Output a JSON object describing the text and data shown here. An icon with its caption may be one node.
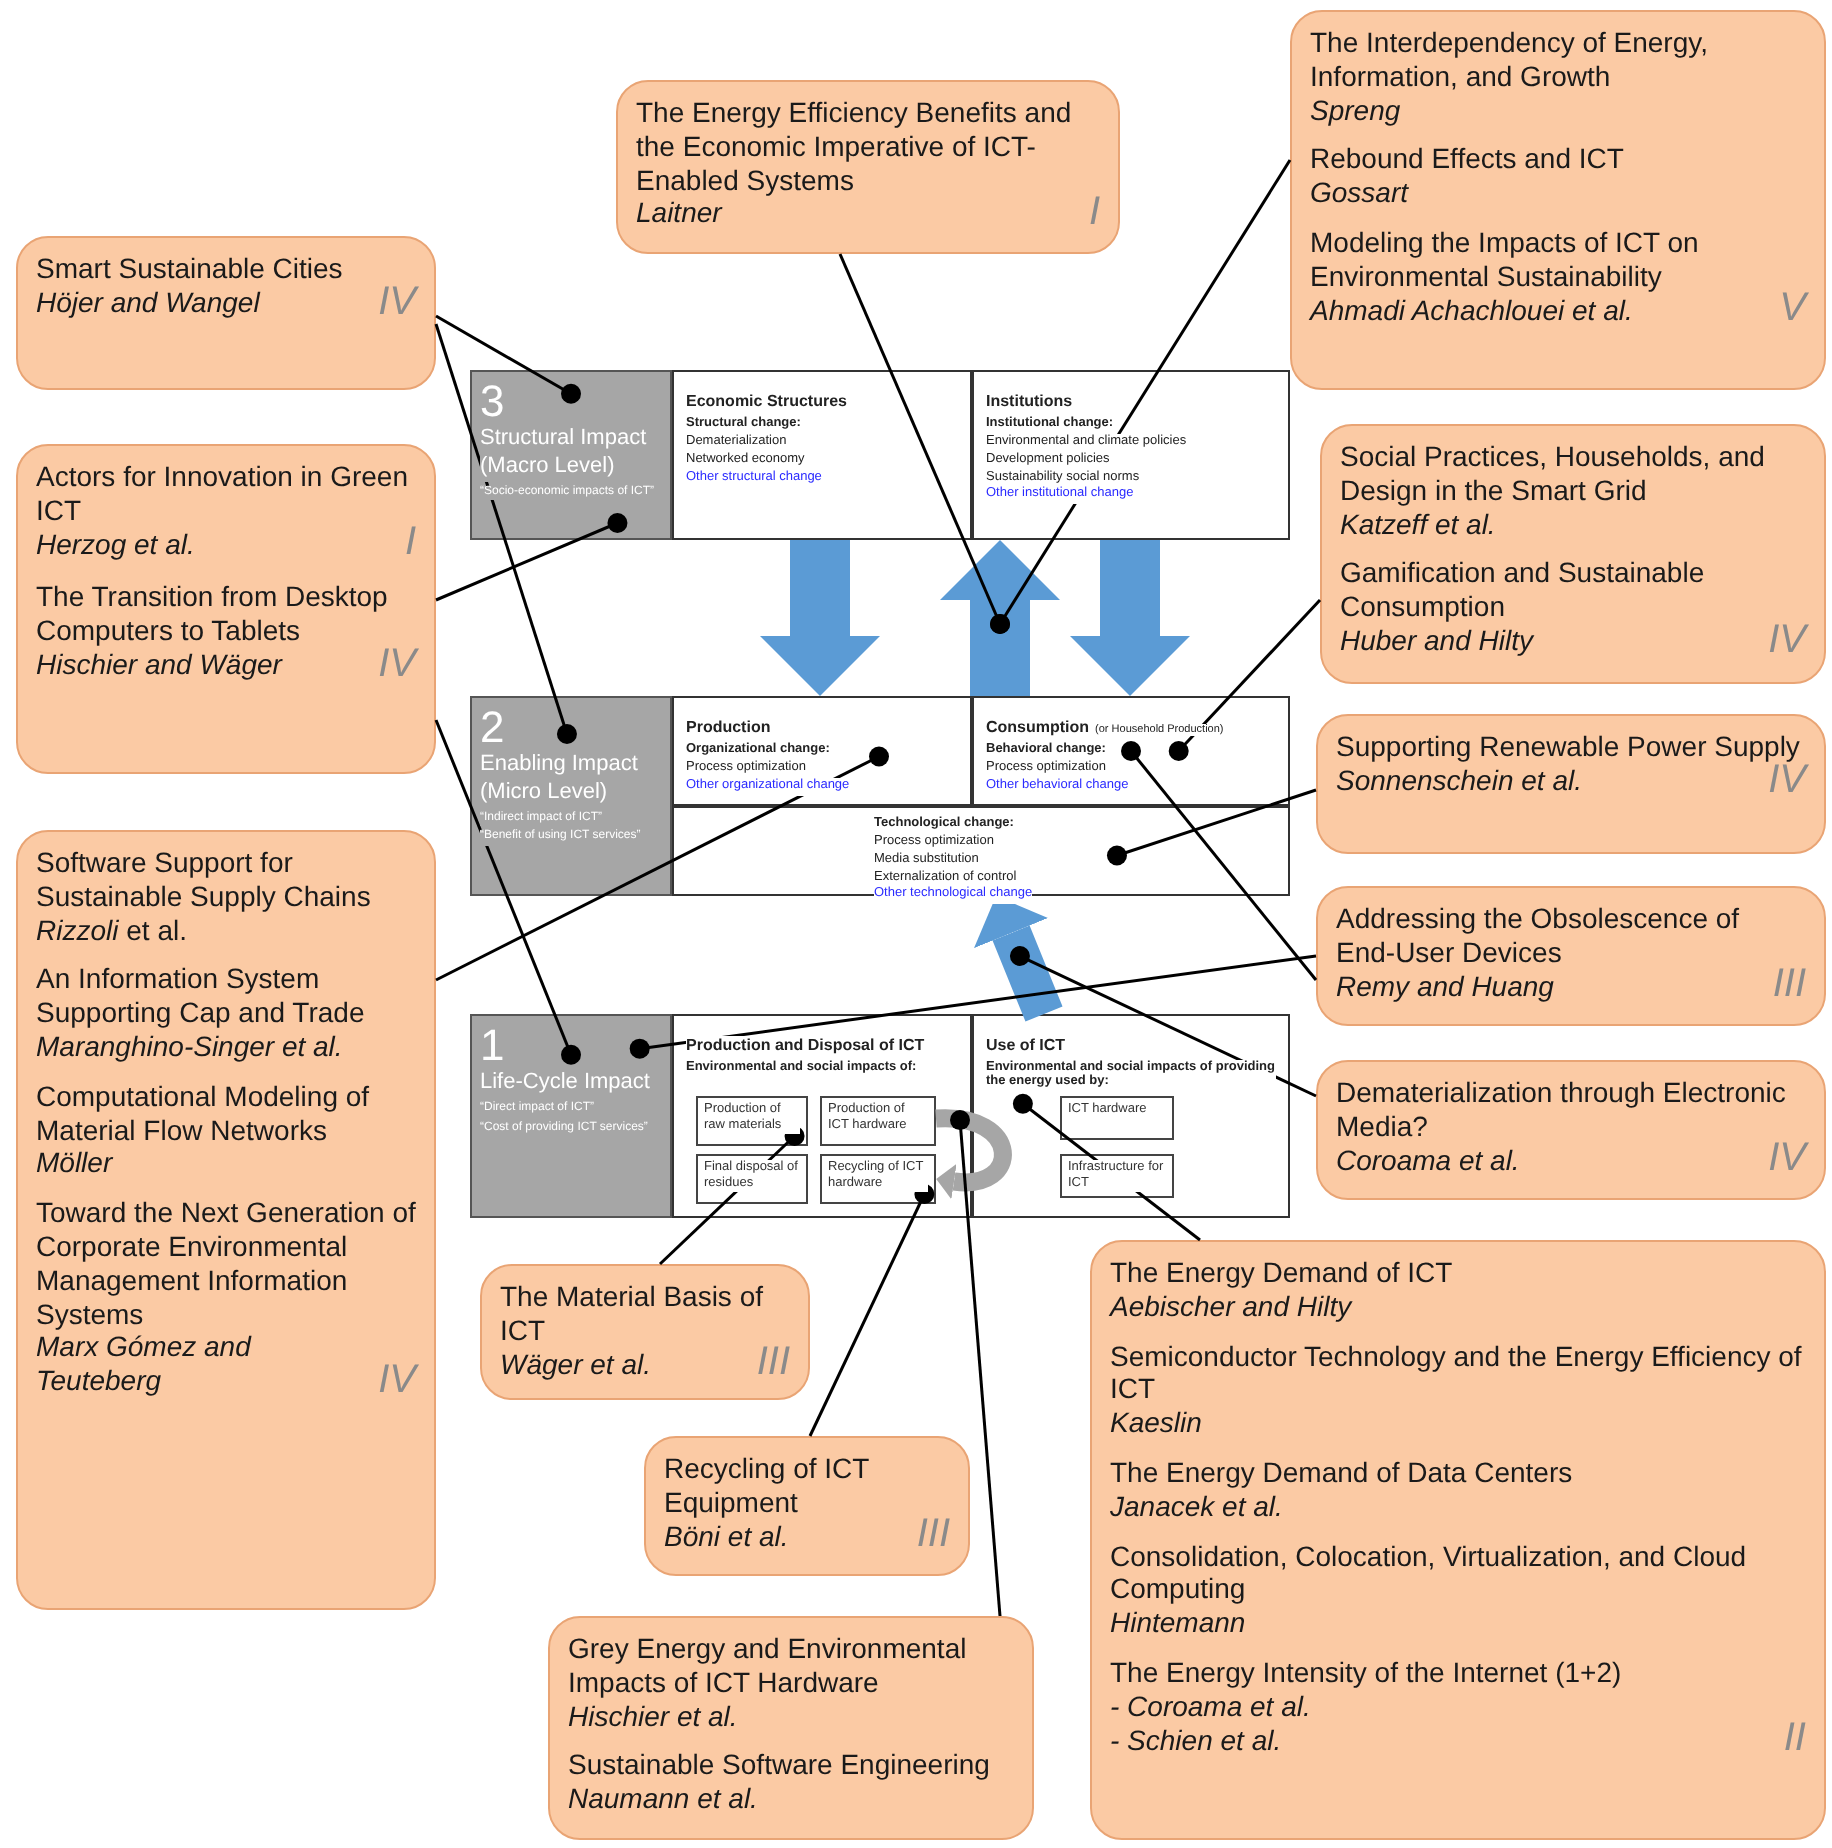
{
  "diagram": {
    "nodes": [
      {
        "text": [
          "The Energy Efficiency Benefits and the Economic Imperative of ICT-Enabled Systems",
          "Laitner",
          "I"
        ]
      },
      {
        "text": [
          "The Interdependency of Energy, Information, and Growth",
          "Spreng",
          "Rebound Effects and ICT",
          "Gossart",
          "Modeling the Impacts of ICT on Environmental Sustainability",
          "Ahmadi Achachlouei et al.",
          "V"
        ]
      },
      {
        "text": [
          "Smart Sustainable Cities",
          "Höjer and Wangel",
          "IV"
        ]
      },
      {
        "text": [
          "3",
          "Structural Impact (Macro Level)",
          "“Socio-economic impacts of ICT”"
        ]
      },
      {
        "text": [
          "Economic Structures",
          "Structural change:",
          "Dematerialization",
          "Networked economy",
          "Other structural change"
        ]
      },
      {
        "text": [
          "Institutions",
          "Institutional change:",
          "Environmental and climate policies",
          "Development policies",
          "Sustainability social norms",
          "Other institutional change"
        ]
      },
      {
        "text": [
          "Social Practices, Households, and Design in the Smart Grid",
          "Katzeff et al.",
          "Gamification and Sustainable Consumption",
          "Huber and Hilty",
          "IV"
        ]
      },
      {
        "text": [
          "Actors for Innovation in Green ICT",
          "Herzog et al.",
          "I",
          "The Transition from Desktop Computers to Tablets",
          "Hischier and Wäger",
          "IV"
        ]
      },
      {
        "text": [
          "2",
          "Enabling Impact (Micro Level)",
          "“Indirect impact of ICT”",
          "“Benefit of using ICT services”"
        ]
      },
      {
        "text": [
          "Production",
          "Organizational change:",
          "Process optimization",
          "Other organizational change"
        ]
      },
      {
        "text": [
          "Consumption",
          "(or Household Production)",
          "Behavioral change:",
          "Process optimization",
          "Other behavioral change"
        ]
      },
      {
        "text": [
          "Technological change:",
          "Process optimization",
          "Media substitution",
          "Externalization of control",
          "Other technological change"
        ]
      },
      {
        "text": [
          "Supporting Renewable Power Supply",
          "Sonnenschein et al.",
          "IV"
        ]
      },
      {
        "text": [
          "Software Support for Sustainable Supply Chains",
          "*Rizzoli* et al.",
          "An Information System Supporting Cap and Trade",
          "Maranghino-Singer et al.",
          "Computational Modeling of Material Flow Networks",
          "Möller",
          "Toward the Next Generation of Corporate Environmental Management Information Systems",
          "Marx Gómez and Teuteberg",
          "IV"
        ]
      },
      {
        "text": [
          "Addressing the Obsolescence of End-User Devices",
          "Remy and Huang",
          "III"
        ]
      },
      {
        "text": [
          "1",
          "Life-Cycle Impact",
          "“Direct impact of ICT”",
          "“Cost of providing ICT services”"
        ]
      },
      {
        "text": [
          "Production and Disposal of ICT",
          "Environmental and social impacts of:"
        ]
      },
      {
        "text": [
          "Production of raw materials"
        ],
        "in": 16
      },
      {
        "text": [
          "Production of ICT hardware"
        ],
        "in": 16
      },
      {
        "text": [
          "Final disposal of residues"
        ],
        "in": 16
      },
      {
        "text": [
          "Recycling of ICT hardware"
        ],
        "in": 16
      },
      {
        "text": [
          "Use of ICT",
          "Environmental and social impacts of providing the energy used by:"
        ]
      },
      {
        "text": [
          "ICT hardware"
        ],
        "in": 21
      },
      {
        "text": [
          "Infrastructure for ICT"
        ],
        "in": 21
      },
      {
        "text": [
          "Dematerialization through Electronic Media?",
          "Coroama et al.",
          "IV"
        ]
      },
      {
        "text": [
          "The Material Basis of ICT",
          "Wäger et al.",
          "III"
        ]
      },
      {
        "text": [
          "The Energy Demand of ICT",
          "Aebischer and Hilty",
          "Semiconductor Technology and the Energy Efficiency of ICT",
          "Kaeslin",
          "The Energy Demand of Data Centers",
          "Janacek et al.",
          "Consolidation, Colocation, Virtualization, and Cloud Computing",
          "Hintemann",
          "The Energy Intensity of the Internet (1+2)",
          "- Coroama et al.",
          "- Schien et al.",
          "II"
        ]
      },
      {
        "text": [
          "Recycling of ICT Equipment",
          "Böni et al.",
          "III"
        ]
      },
      {
        "text": [
          "Grey Energy and Environmental Impacts of ICT Hardware",
          "Hischier et al.",
          "Sustainable Software Engineering",
          "Naumann et al."
        ]
      }
    ],
    "edges": [
      {
        "from": 4,
        "to": 9,
        "arrow": "to",
        "style": "thick",
        "color": "#5b9bd5"
      },
      {
        "from": 10,
        "to": 5,
        "arrow": "to",
        "style": "thick",
        "color": "#5b9bd5"
      },
      {
        "from": 5,
        "to": 10,
        "arrow": "to",
        "style": "thick",
        "color": "#5b9bd5"
      },
      {
        "from": 21,
        "to": 11,
        "arrow": "to",
        "style": "thick",
        "color": "#5b9bd5"
      },
      {
        "from": 18,
        "to": 20,
        "arrow": "to",
        "style": "thick",
        "color": "#a6a6a6"
      },
      {
        "from": 0,
        "to": null,
        "arrow": "other"
      },
      {
        "from": 1,
        "to": null,
        "arrow": "other"
      },
      {
        "from": 2,
        "to": 3,
        "arrow": "other"
      },
      {
        "from": 2,
        "to": 8,
        "arrow": "other"
      },
      {
        "from": 7,
        "to": 3,
        "arrow": "other"
      },
      {
        "from": 7,
        "to": 15,
        "arrow": "other"
      },
      {
        "from": 13,
        "to": 9,
        "arrow": "other"
      },
      {
        "from": 6,
        "to": 10,
        "arrow": "other"
      },
      {
        "from": 14,
        "to": 10,
        "arrow": "other"
      },
      {
        "from": 12,
        "to": 11,
        "arrow": "other"
      },
      {
        "from": 14,
        "to": 15,
        "arrow": "other"
      },
      {
        "from": 24,
        "to": 11,
        "arrow": "other"
      },
      {
        "from": 25,
        "to": 17,
        "arrow": "other"
      },
      {
        "from": 27,
        "to": 20,
        "arrow": "other"
      },
      {
        "from": 28,
        "to": 16,
        "arrow": "other"
      },
      {
        "from": 26,
        "to": 21,
        "arrow": "other"
      }
    ]
  }
}
